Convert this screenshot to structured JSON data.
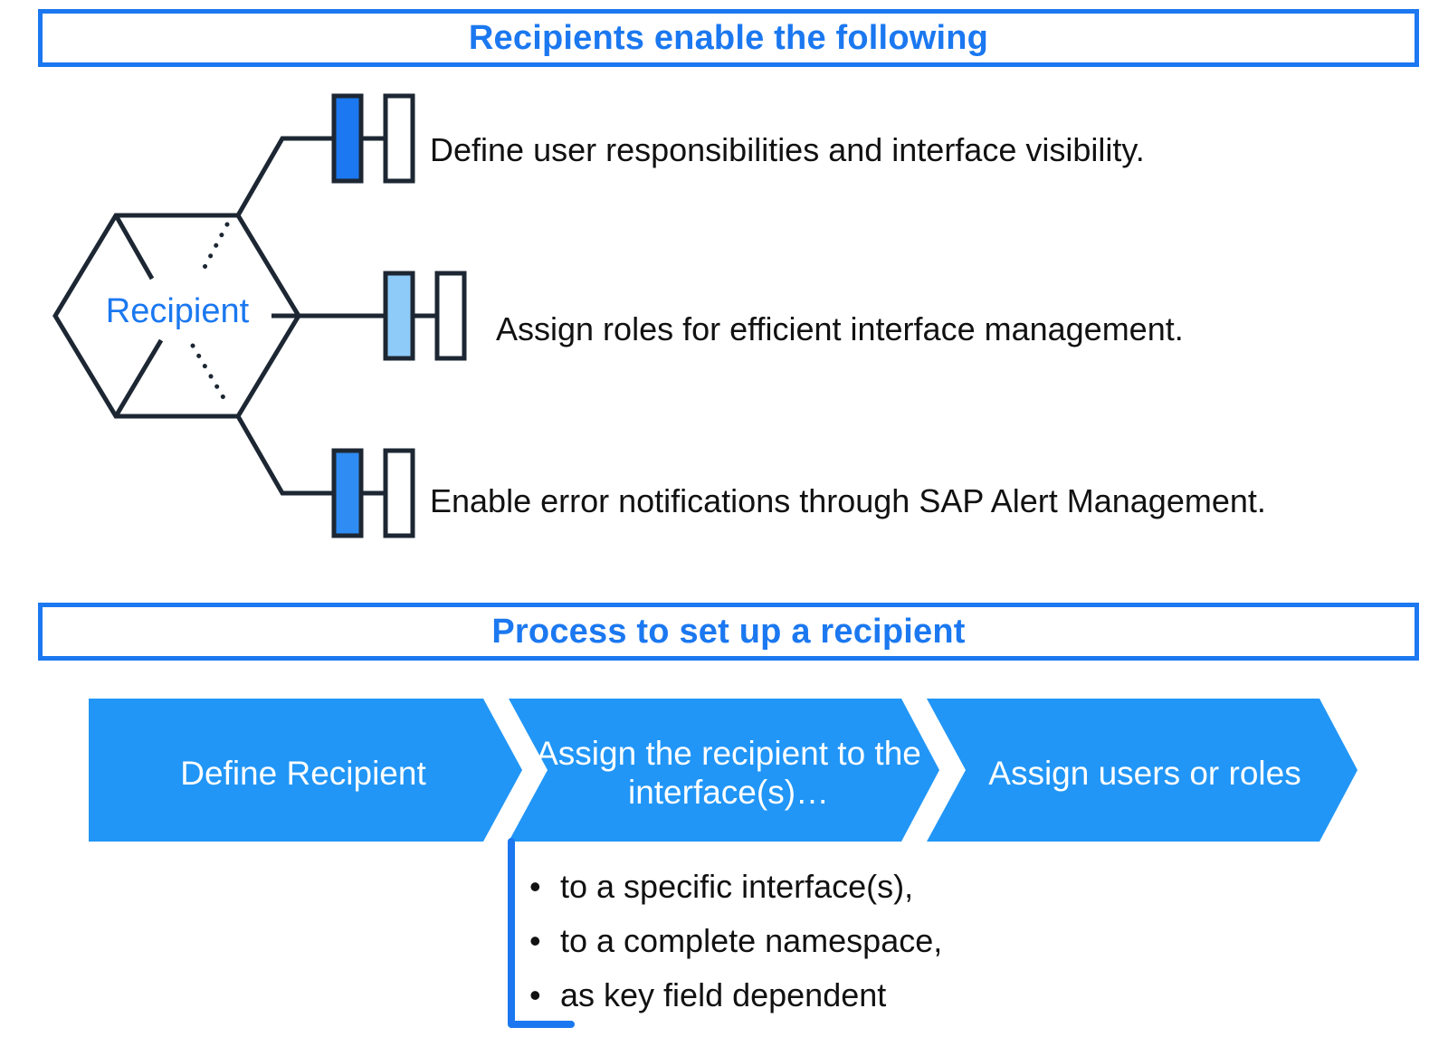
{
  "section_benefits": {
    "title": "Recipients enable the following",
    "center_label": "Recipient",
    "items": [
      "Define user responsibilities and interface visibility.",
      "Assign roles for efficient interface management.",
      "Enable error notifications through SAP Alert Management."
    ],
    "connector_fill_colors": [
      "#1b78f0",
      "#8fcbf8",
      "#2f8cf2"
    ]
  },
  "section_process": {
    "title": "Process to set up a recipient",
    "steps": [
      "Define Recipient",
      "Assign the recipient to the interface(s)…",
      "Assign users or roles"
    ],
    "sub_bullets": [
      "to a specific interface(s),",
      "to a complete namespace,",
      "as key field dependent"
    ],
    "bullet_glyph": "•"
  },
  "colors": {
    "accent": "#1b78f0",
    "chevron": "#2196f7",
    "line": "#1d2733",
    "text": "#111111"
  }
}
